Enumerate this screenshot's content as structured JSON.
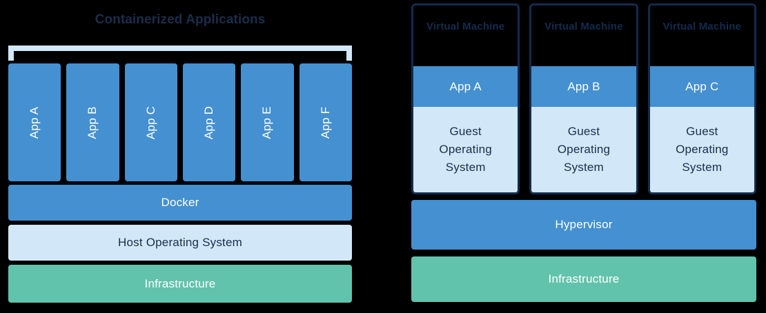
{
  "colors": {
    "background": "#000000",
    "blue": "#4490d0",
    "light_blue": "#d2e7f8",
    "green": "#62c3ac",
    "navy": "#132b4d",
    "navy_text": "#1b2d4a",
    "white": "#ffffff"
  },
  "left": {
    "title": "Containerized Applications",
    "apps": [
      {
        "label": "App A"
      },
      {
        "label": "App B"
      },
      {
        "label": "App C"
      },
      {
        "label": "App D"
      },
      {
        "label": "App E"
      },
      {
        "label": "App F"
      }
    ],
    "layers": [
      {
        "label": "Docker"
      },
      {
        "label": "Host Operating System"
      },
      {
        "label": "Infrastructure"
      }
    ]
  },
  "right": {
    "vms": [
      {
        "title": "Virtual Machine",
        "app": "App A",
        "guest_os": "Guest\nOperating\nSystem"
      },
      {
        "title": "Virtual Machine",
        "app": "App B",
        "guest_os": "Guest\nOperating\nSystem"
      },
      {
        "title": "Virtual Machine",
        "app": "App C",
        "guest_os": "Guest\nOperating\nSystem"
      }
    ],
    "layers": [
      {
        "label": "Hypervisor"
      },
      {
        "label": "Infrastructure"
      }
    ]
  }
}
